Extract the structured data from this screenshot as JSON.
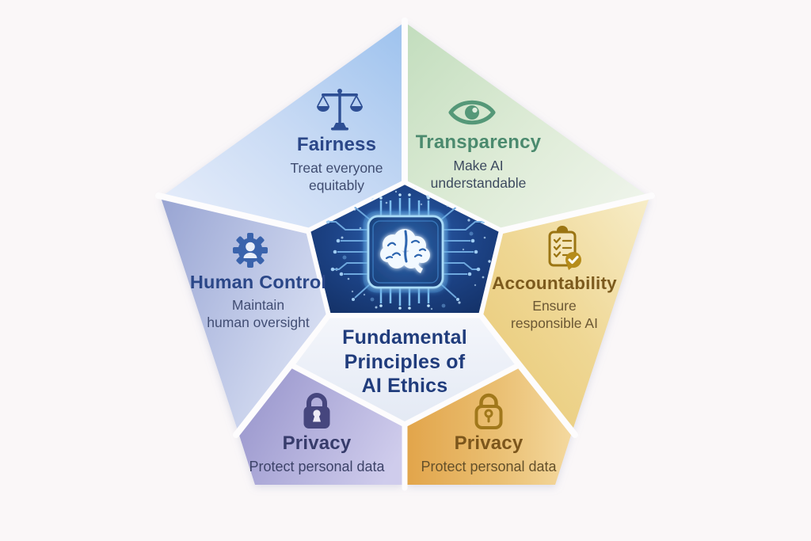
{
  "page": {
    "background": "#faf7f8",
    "kind": "pentagon-infographic"
  },
  "center": {
    "title_lines": [
      "Fundamental",
      "Principles of",
      "AI Ethics"
    ],
    "title_color": "#203c7c",
    "graphic_icon": "brain-chip-icon",
    "panel_colors": [
      "#f4f6fb",
      "#e3e9f4"
    ],
    "pentagon_colors": [
      "#2e63b0",
      "#112c5e"
    ]
  },
  "sections": {
    "fairness": {
      "title": "Fairness",
      "subtitle_lines": [
        "Treat everyone",
        "equitably"
      ],
      "icon": "scales-icon",
      "title_color": "#2b4788",
      "subtitle_color": "#3f4c70",
      "wedge_colors": [
        "#9dc2ee",
        "#e9effb"
      ]
    },
    "transparency": {
      "title": "Transparency",
      "subtitle_lines": [
        "Make AI",
        "understandable"
      ],
      "icon": "eye-icon",
      "title_color": "#4b8a6e",
      "subtitle_color": "#3d4a5f",
      "wedge_colors": [
        "#c2ddbd",
        "#eef4ea"
      ]
    },
    "human_control": {
      "title": "Human Control",
      "subtitle_lines": [
        "Maintain",
        "human oversight"
      ],
      "icon": "gear-person-icon",
      "title_color": "#2b4788",
      "subtitle_color": "#424e74",
      "wedge_colors": [
        "#98a4d2",
        "#d9e0f3"
      ]
    },
    "accountability": {
      "title": "Accountability",
      "subtitle_lines": [
        "Ensure",
        "responsible AI"
      ],
      "icon": "clipboard-check-icon",
      "title_color": "#7c5a1d",
      "subtitle_color": "#6b5734",
      "wedge_colors": [
        "#e8c873",
        "#f7edc9"
      ]
    },
    "privacy_left": {
      "title": "Privacy",
      "subtitle_lines": [
        "Protect personal data"
      ],
      "icon": "lock-icon",
      "title_color": "#373c6b",
      "subtitle_color": "#3c4268",
      "wedge_colors": [
        "#9a97cd",
        "#cfccec"
      ]
    },
    "privacy_right": {
      "title": "Privacy",
      "subtitle_lines": [
        "Protect personal data"
      ],
      "icon": "lock-keyhole-icon",
      "title_color": "#7c561c",
      "subtitle_color": "#64502a",
      "wedge_colors": [
        "#e2a54b",
        "#f4d99f"
      ]
    }
  }
}
